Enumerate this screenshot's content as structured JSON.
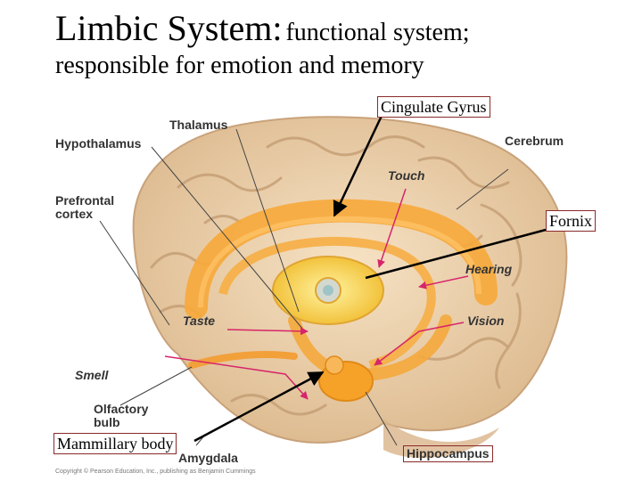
{
  "title": {
    "main": "Limbic System:",
    "rest": "functional system;"
  },
  "subtitle": "responsible for emotion and memory",
  "figure_labels": {
    "thalamus": "Thalamus",
    "hypothalamus": "Hypothalamus",
    "cerebrum": "Cerebrum",
    "touch": "Touch",
    "prefrontal_line1": "Prefrontal",
    "prefrontal_line2": "cortex",
    "hearing": "Hearing",
    "taste": "Taste",
    "vision": "Vision",
    "smell": "Smell",
    "olfactory_line1": "Olfactory",
    "olfactory_line2": "bulb",
    "amygdala": "Amygdala",
    "hippocampus": "Hippocampus"
  },
  "boxed_labels": {
    "cingulate_gyrus": "Cingulate Gyrus",
    "fornix": "Fornix",
    "mammillary_body": "Mammillary body"
  },
  "copyright": "Copyright © Pearson Education, Inc., publishing as Benjamin Cummings",
  "colors": {
    "brain": "#efd3ad",
    "limbic": "#f7a83a",
    "arrow_magenta": "#d6256a",
    "box_border": "#8a2a2a"
  }
}
